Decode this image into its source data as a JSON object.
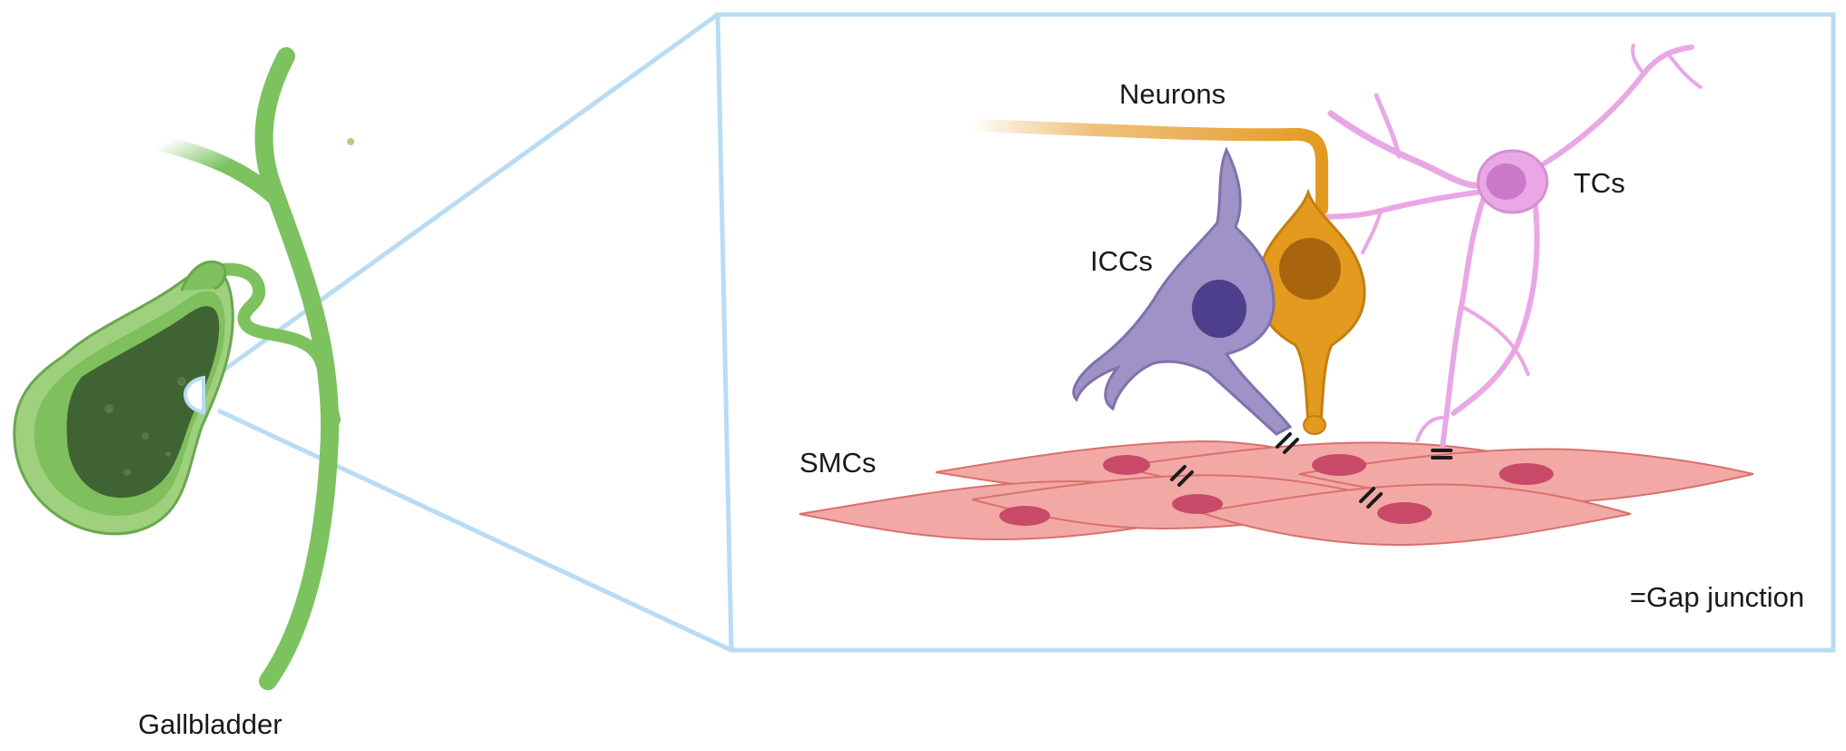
{
  "labels": {
    "gallbladder": "Gallbladder",
    "neurons": "Neurons",
    "iccs": "ICCs",
    "tcs": "TCs",
    "smcs": "SMCs",
    "gap_junction_legend": "=Gap junction"
  },
  "colors": {
    "zoom_frame": "#b9dcf5",
    "duct_green": "#7cc25f",
    "gallbladder_outer": "#9ed07e",
    "gallbladder_inner": "#3f6332",
    "smc_fill": "#f2a9a5",
    "smc_nucleus": "#c94a68",
    "icc_fill": "#9e92c6",
    "icc_nucleus": "#4d3f8c",
    "neuron_fill": "#e49a1f",
    "neuron_nucleus": "#a8650e",
    "tc_fill": "#e9a7e6",
    "tc_nucleus": "#cc78c8",
    "gap_junction": "#1a1a1a"
  }
}
